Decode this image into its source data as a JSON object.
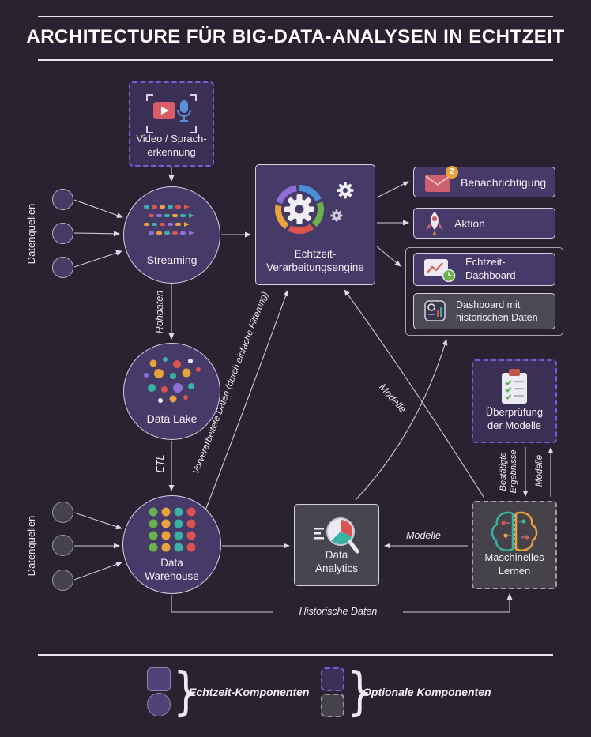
{
  "title": "ARCHITECTURE FÜR BIG-DATA-ANALYSEN IN ECHTZEIT",
  "sources": {
    "top_label": "Datenquellen",
    "bottom_label": "Datenquellen"
  },
  "nodes": {
    "video": {
      "lines": [
        "Video / Sprach-",
        "erkennung"
      ]
    },
    "streaming": {
      "label": "Streaming"
    },
    "engine": {
      "lines": [
        "Echtzeit-",
        "Verarbeitungsengine"
      ]
    },
    "notification": {
      "label": "Benachrichtigung",
      "badge": "2"
    },
    "action": {
      "label": "Aktion"
    },
    "realtime_dashboard": {
      "lines": [
        "Echtzeit-",
        "Dashboard"
      ]
    },
    "historical_dashboard": {
      "lines": [
        "Dashboard mit",
        "historischen Daten"
      ]
    },
    "data_lake": {
      "label": "Data Lake"
    },
    "data_warehouse": {
      "lines": [
        "Data",
        "Warehouse"
      ]
    },
    "data_analytics": {
      "lines": [
        "Data",
        "Analytics"
      ]
    },
    "model_review": {
      "lines": [
        "Überprüfung",
        "der Modelle"
      ]
    },
    "machine_learning": {
      "lines": [
        "Maschinelles",
        "Lernen"
      ]
    }
  },
  "edges": {
    "rohdaten": "Rohdaten",
    "etl": "ETL",
    "vorverarbeitete": "Vorverarbeitete Daten (durch einfache Filterung)",
    "modelle_zur_engine": "Modelle",
    "modelle_zu_analytics": "Modelle",
    "modelle_vertikal": "Modelle",
    "bestaetigte": [
      "Bestätigte",
      "Ergebnisse"
    ],
    "historische_daten": "Historische Daten"
  },
  "legend": {
    "realtime": "Echtzeit-Komponenten",
    "optional": "Optionale Komponenten",
    "brace": "}"
  },
  "icons": {
    "video": "video-speech-icon",
    "streaming": "stream-arrows-icon",
    "engine": "gears-ring-icon",
    "notification": "envelope-badge-icon",
    "action": "rocket-icon",
    "realtime_dashboard": "chart-clock-icon",
    "historical_dashboard": "chart-panel-icon",
    "data_lake": "scattered-dots-icon",
    "data_warehouse": "dot-grid-icon",
    "data_analytics": "magnifier-pie-icon",
    "model_review": "clipboard-check-icon",
    "machine_learning": "brain-circuit-icon"
  },
  "colors": {
    "background": "#2a2231",
    "node_purple": "#463a68",
    "dashed_purple": "#7b5cd6",
    "node_gray": "#4b4953",
    "line": "#cfcada",
    "accent_red": "#d9534f",
    "accent_teal": "#38b2a3",
    "accent_orange": "#e8a33d",
    "accent_green": "#6ab04c",
    "accent_blue": "#4a90d9",
    "accent_violet": "#8e6fd8"
  }
}
